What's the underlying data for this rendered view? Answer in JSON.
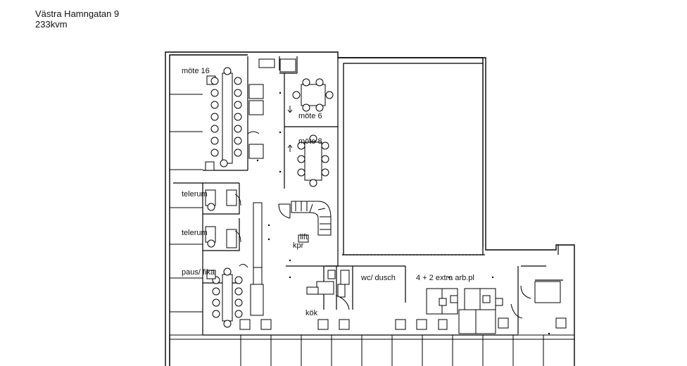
{
  "header": {
    "address": "Västra Hamngatan 9",
    "area": "233kvm"
  },
  "rooms": {
    "mote16": "möte 16",
    "mote6": "möte 6",
    "mote8": "möte 8",
    "telerum1": "telerum",
    "telerum2": "telerum",
    "paus": "paus/ fika",
    "lift": "lift",
    "kpr": "kpr",
    "wc": "wc/ dusch",
    "extra": "4 + 2 extra arb.pl",
    "kok": "kök"
  },
  "colors": {
    "line": "#000000",
    "light_line": "#8a8a8a"
  }
}
